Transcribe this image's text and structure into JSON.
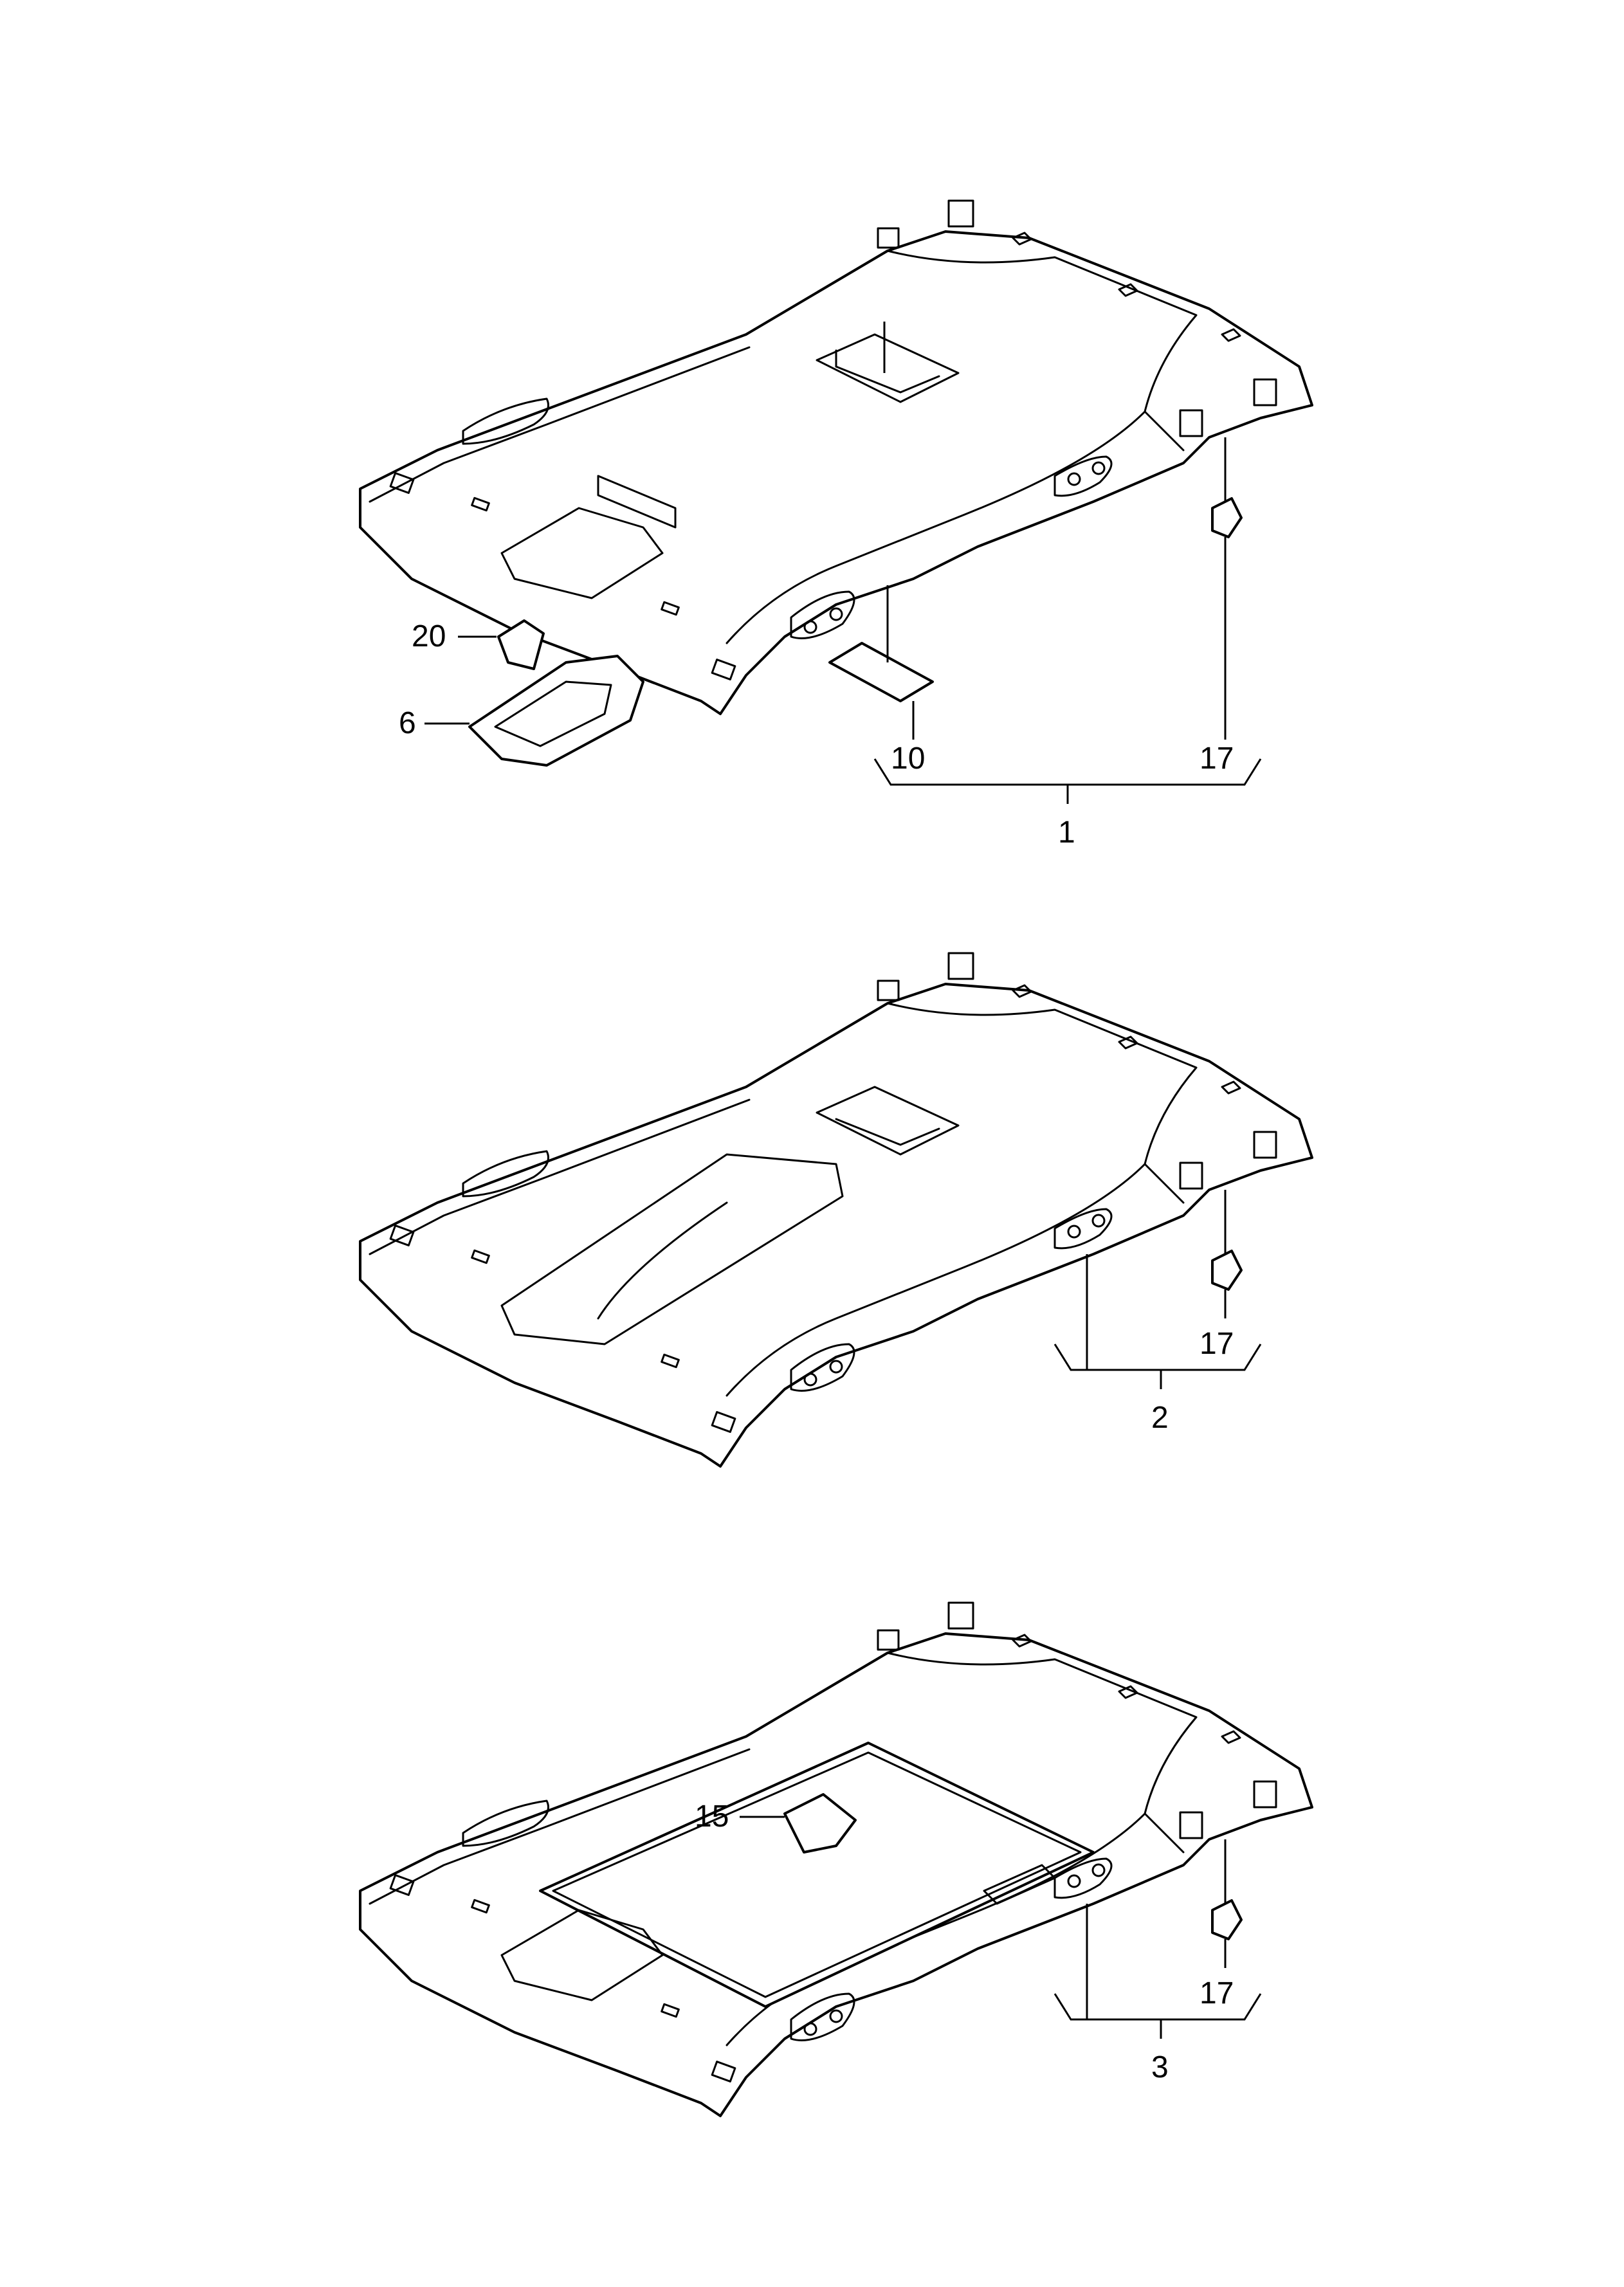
{
  "colors": {
    "line": "#000000",
    "background": "#ffffff"
  },
  "views": [
    {
      "id": "headliner-1",
      "callouts": {
        "assembly": "1",
        "clip": "17",
        "cover": "10",
        "console": "6",
        "bracket": "20"
      }
    },
    {
      "id": "headliner-2",
      "callouts": {
        "assembly": "2",
        "clip": "17"
      }
    },
    {
      "id": "headliner-3",
      "callouts": {
        "assembly": "3",
        "clip": "17",
        "bracket": "15"
      }
    }
  ]
}
